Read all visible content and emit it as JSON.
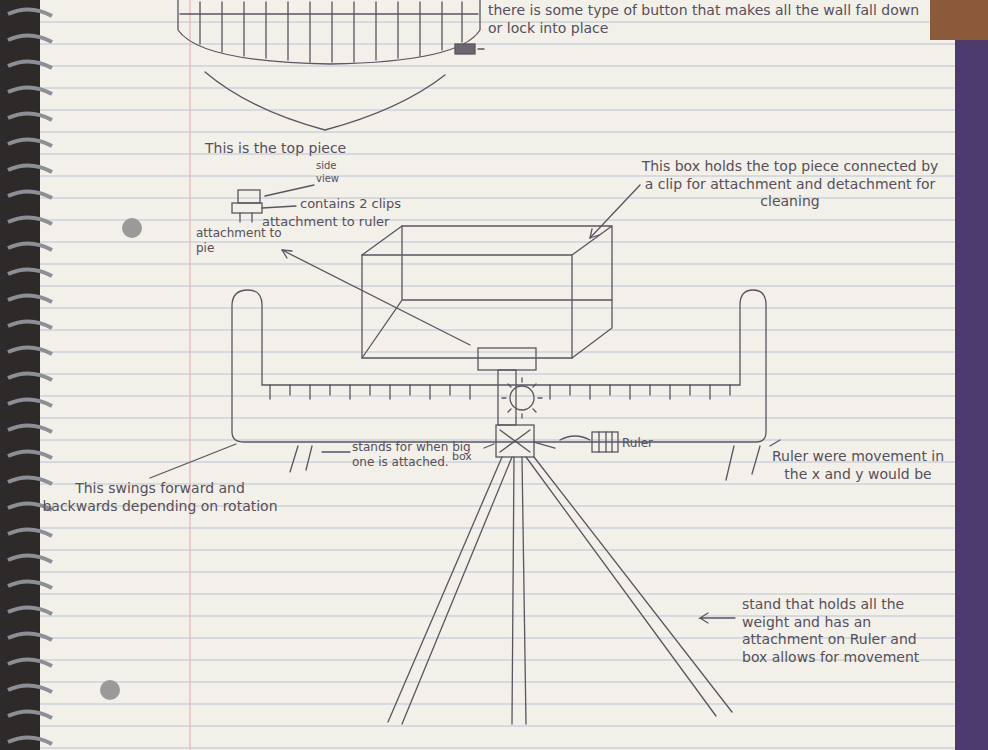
{
  "diagram": {
    "labels": [
      "there is some type of button that makes all the wall fall down or lock into place",
      "This is the top piece",
      "side view",
      "contains 2 clips",
      "attachment to ruler",
      "attachment to pie",
      "This box holds the top piece connected by a clip for attachment and detachment for cleaning",
      "This swings forward and backwards depending on rotation",
      "stands for when big one is attached.",
      "box",
      "Ruler",
      "Ruler were movement in the x and y would be",
      "stand that holds all the weight and has an attachment on Ruler and box allows for movement"
    ]
  }
}
